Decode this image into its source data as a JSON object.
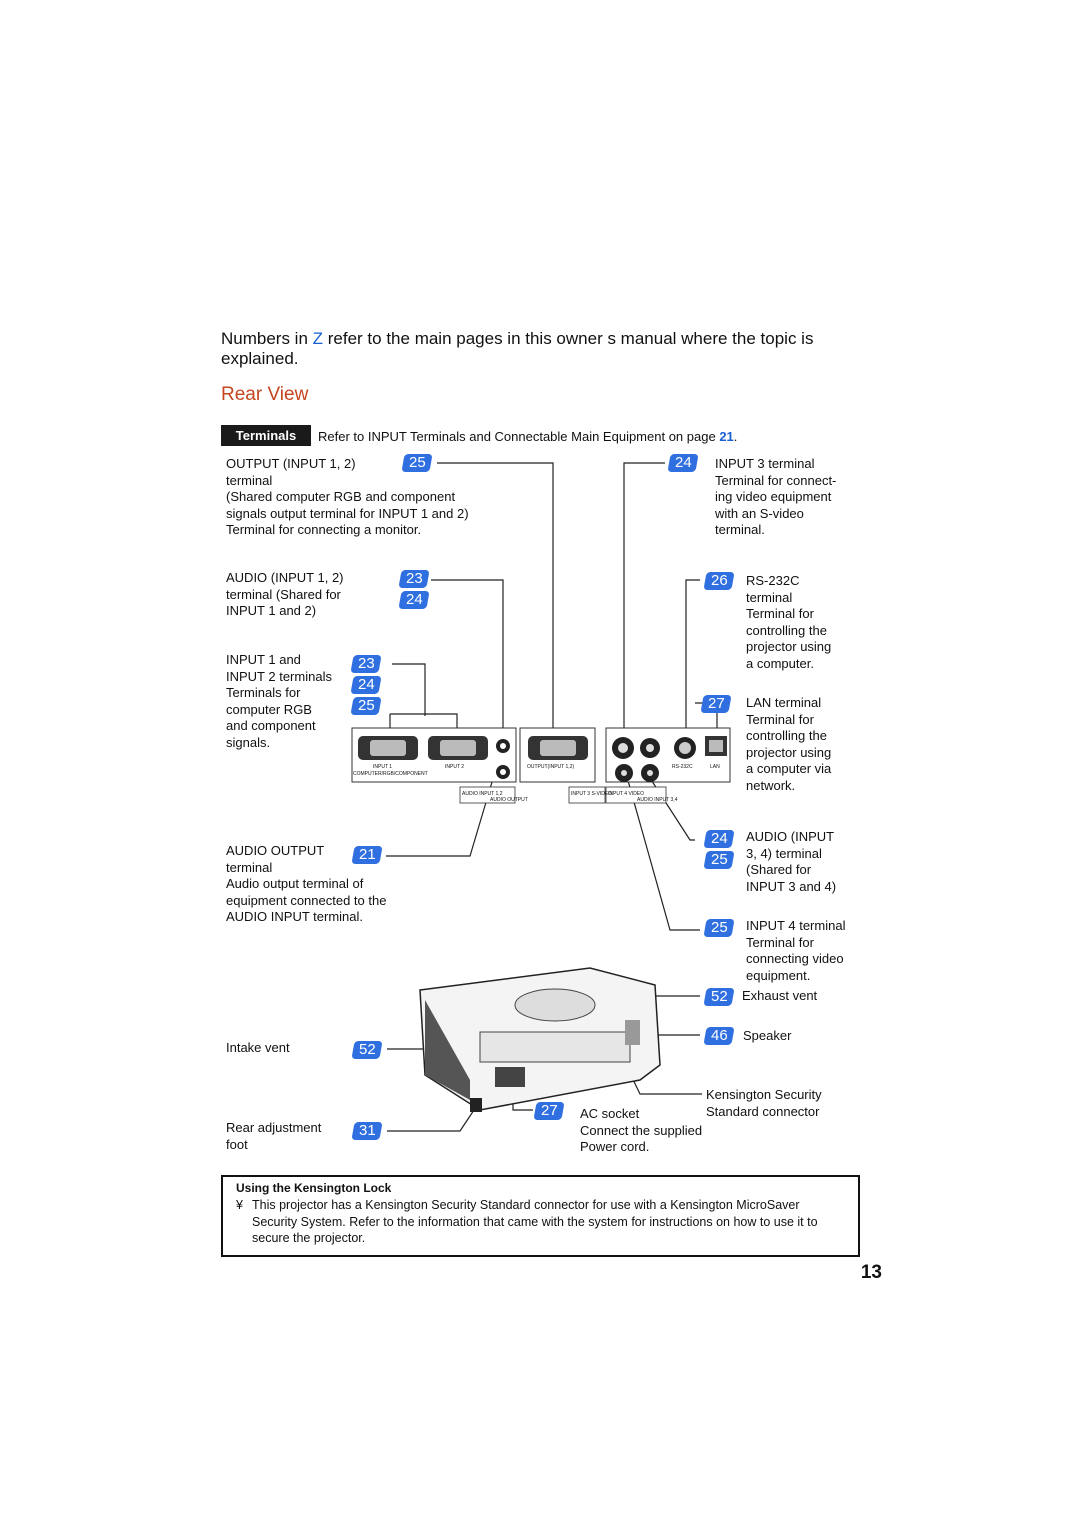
{
  "intro": {
    "part1": "Numbers in ",
    "z": "Z",
    "part2": "   refer to the main pages in this owner s manual where the topic is explained."
  },
  "section_title": "Rear View",
  "terminals": {
    "badge": "Terminals",
    "text": "Refer to  INPUT Terminals and Connectable Main Equipment  on page ",
    "page": "21",
    "end": "."
  },
  "left_labels": {
    "output": "OUTPUT (INPUT 1, 2)\nterminal\n(Shared computer RGB and component\nsignals output terminal for INPUT 1 and 2)\nTerminal for connecting a monitor.",
    "audio_in12": "AUDIO (INPUT 1, 2)\nterminal (Shared for\nINPUT 1 and 2)",
    "input12": "INPUT 1 and\nINPUT 2 terminals\nTerminals for\ncomputer RGB\nand component\nsignals.",
    "audio_output": "AUDIO OUTPUT\nterminal\nAudio output terminal of\nequipment connected to the\nAUDIO INPUT terminal.",
    "intake": "Intake vent",
    "rear_foot": "Rear adjustment\nfoot"
  },
  "right_labels": {
    "input3": "INPUT 3 terminal\nTerminal for connect-\ning video equipment\nwith an S-video\nterminal.",
    "rs232c": "RS-232C\nterminal\nTerminal for\ncontrolling the\nprojector using\na computer.",
    "lan": "LAN terminal\nTerminal for\ncontrolling the\nprojector using\na computer via\nnetwork.",
    "audio_in34": "AUDIO (INPUT\n3, 4) terminal\n(Shared for\nINPUT 3 and 4)",
    "input4": "INPUT 4 terminal\nTerminal for\nconnecting video\nequipment.",
    "exhaust": "Exhaust vent",
    "speaker": "Speaker",
    "kensington": "Kensington Security\nStandard connector",
    "ac": "AC socket\nConnect the supplied\nPower cord."
  },
  "badges": {
    "output": "25",
    "audio12_a": "23",
    "audio12_b": "24",
    "in12_a": "23",
    "in12_b": "24",
    "in12_c": "25",
    "audio_out": "21",
    "intake": "52",
    "foot": "31",
    "input3": "24",
    "rs232c": "26",
    "lan": "27",
    "audio34_a": "24",
    "audio34_b": "25",
    "input4": "25",
    "exhaust": "52",
    "speaker": "46",
    "ac": "27"
  },
  "panel": {
    "input1": "INPUT 1",
    "input2": "INPUT 2",
    "output12": "OUTPUT(INPUT 1,2)",
    "rgbcomp": "COMPUTER/RGB/COMPONENT",
    "audio_in12": "AUDIO INPUT 1,2",
    "audio_out": "AUDIO OUTPUT",
    "input3": "INPUT 3 S-VIDEO",
    "input4": "INPUT 4 VIDEO",
    "audio34": "AUDIO INPUT 3,4",
    "rs232c": "RS-232C",
    "lan": "LAN"
  },
  "lock": {
    "title": "Using the Kensington Lock",
    "bullet": "¥",
    "text": "This projector has a Kensington Security Standard connector for use with a Kensington MicroSaver Security System. Refer to the information that came with the system for instructions on how to use it to secure the projector."
  },
  "page_number": "13"
}
